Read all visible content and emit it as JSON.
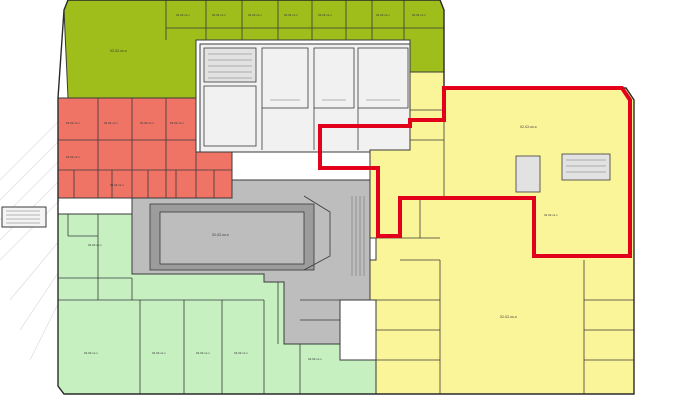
{
  "palette": {
    "green": "#9fbd1b",
    "red": "#ef7466",
    "yellow": "#fbf59a",
    "lightgreen": "#c6f0c0",
    "gray": "#bdbdbd",
    "darkgray": "#9c9c9c",
    "white": "#f4f4f4",
    "wall": "#3a3a3a",
    "highlight": "#e3001b"
  },
  "rooms": {
    "green_top": [
      "02.02.xx.x",
      "02.02.xx.x",
      "02.02.xx.x",
      "02.02.xx.x",
      "02.02.xx.x",
      "02.02.xx.x",
      "02.02.xx.x"
    ],
    "green_large": "02.02.xx.x",
    "red": [
      "02.02.xx.x",
      "02.02.xx.x",
      "02.02.xx.x",
      "02.02.xx.x",
      "02.02.xx.x",
      "02.02.xx.x"
    ],
    "gray_core": "02.02.xx.x",
    "yellow_big": "02.02.xx.x",
    "yellow_mid": "02.02.xx.x",
    "yellow_bottom": "02.02.xx.x",
    "lightgreen": [
      "02.02.xx.x",
      "02.02.xx.x",
      "02.02.xx.x",
      "02.02.xx.x",
      "02.02.xx.x",
      "02.02.xx.x"
    ]
  }
}
